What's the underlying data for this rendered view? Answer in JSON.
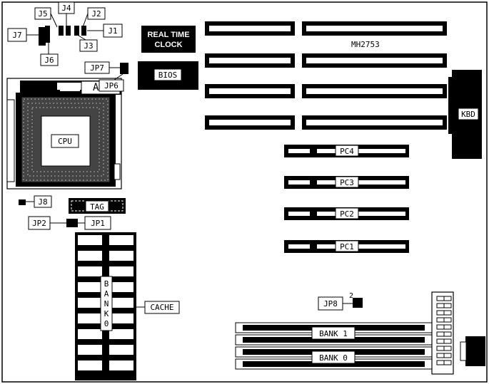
{
  "board": {
    "model": "MH2753",
    "rtc_line1": "REAL TIME",
    "rtc_line2": "CLOCK",
    "bios": "BIOS",
    "kbd": "KBD",
    "cpu": "CPU",
    "cpu_mark": "AM",
    "tag": "TAG",
    "cache": "CACHE",
    "bank0_vertical": [
      "B",
      "A",
      "N",
      "K",
      "0"
    ],
    "jumpers": {
      "j1": "J1",
      "j2": "J2",
      "j3": "J3",
      "j4": "J4",
      "j5": "J5",
      "j6": "J6",
      "j7": "J7",
      "j8": "J8",
      "jp1": "JP1",
      "jp2": "JP2",
      "jp6": "JP6",
      "jp7": "JP7",
      "jp8": "JP8",
      "jp8_pin": "2"
    },
    "pci_slots": [
      "PC4",
      "PC3",
      "PC2",
      "PC1"
    ],
    "simm_banks": [
      "BANK 1",
      "BANK 0"
    ]
  }
}
